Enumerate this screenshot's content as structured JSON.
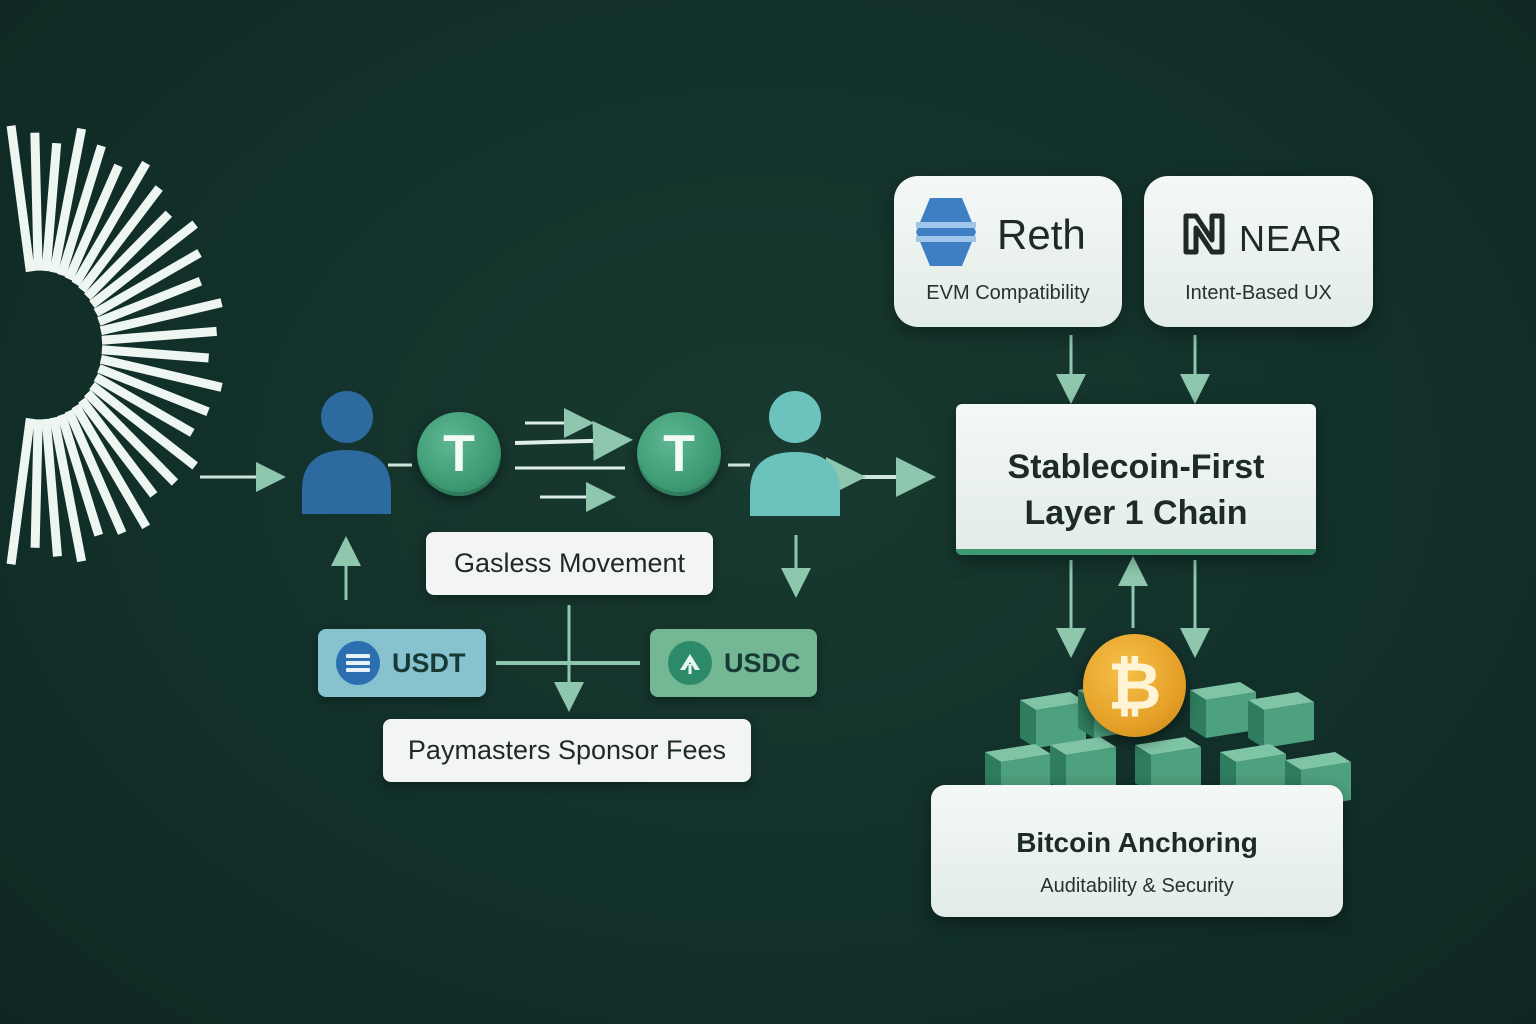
{
  "reth": {
    "name": "Reth",
    "caption": "EVM Compatibility"
  },
  "near": {
    "name": "NEAR",
    "caption": "Intent-Based UX"
  },
  "chain": {
    "line1": "Stablecoin-First",
    "line2": "Layer 1 Chain"
  },
  "gasless": {
    "label": "Gasless Movement"
  },
  "paymasters": {
    "label": "Paymasters Sponsor Fees"
  },
  "usdt": {
    "label": "USDT"
  },
  "usdc": {
    "label": "USDC"
  },
  "bitcoin": {
    "title": "Bitcoin Anchoring",
    "caption": "Auditability & Security"
  },
  "icons": {
    "coin_symbol": "T",
    "bitcoin_symbol": "₿"
  },
  "colors": {
    "background": "#12302a",
    "accent_green": "#3d9a73",
    "sender_blue": "#2c6aa0",
    "receiver_teal": "#6cc3bd",
    "bitcoin_orange": "#e6a12a",
    "usdt_tile": "#86c3cf",
    "usdc_tile": "#73b795"
  }
}
